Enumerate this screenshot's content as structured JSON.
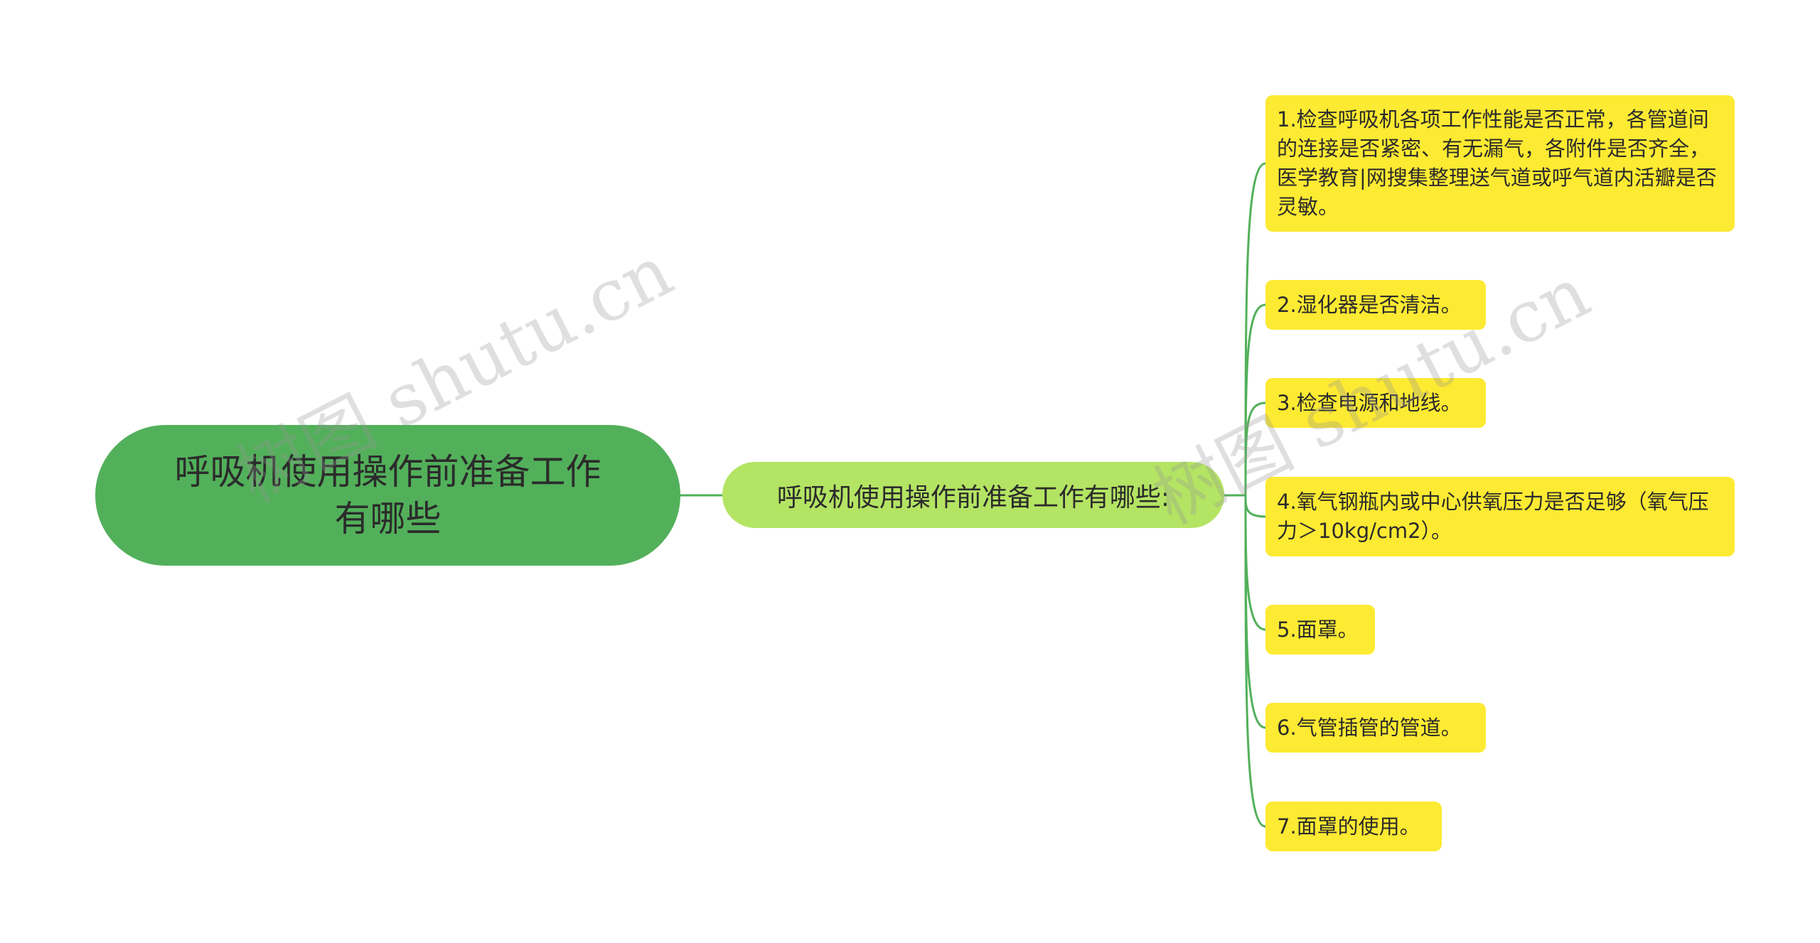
{
  "watermark": {
    "text": "树图 shutu.cn"
  },
  "mindmap": {
    "root": "呼吸机使用操作前准备工作有哪些",
    "branch": "呼吸机使用操作前准备工作有哪些:",
    "leaves": [
      "1.检查呼吸机各项工作性能是否正常，各管道间的连接是否紧密、有无漏气，各附件是否齐全，医学教育|网搜集整理送气道或呼气道内活瓣是否灵敏。",
      "2.湿化器是否清洁。",
      "3.检查电源和地线。",
      "4.氧气钢瓶内或中心供氧压力是否足够（氧气压力＞10kg/cm2）。",
      "5.面罩。",
      "6.气管插管的管道。",
      "7.面罩的使用。"
    ]
  },
  "colors": {
    "root_fill": "#52b05a",
    "branch_fill": "#b4e463",
    "leaf_fill": "#fdea32",
    "connector": "#52b05a"
  }
}
